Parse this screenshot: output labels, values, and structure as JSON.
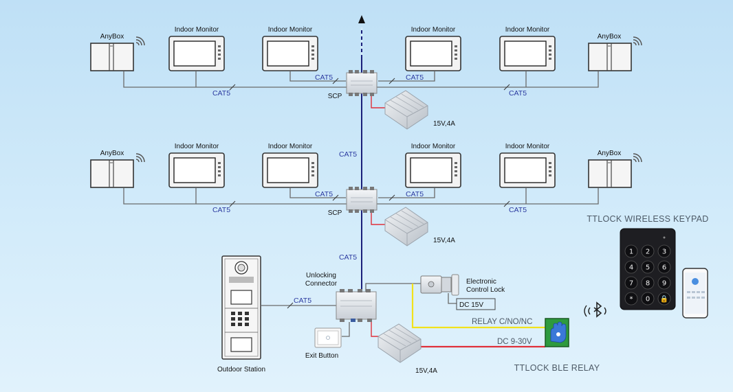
{
  "labels": {
    "anybox": "AnyBox",
    "indoor_monitor": "Indoor Monitor",
    "cat5": "CAT5",
    "scp": "SCP",
    "psu": "15V,4A",
    "unlocking_connector_1": "Unlocking",
    "unlocking_connector_2": "Connector",
    "electronic_lock_1": "Electronic",
    "electronic_lock_2": "Control Lock",
    "dc_15v": "DC 15V",
    "exit_button": "Exit Button",
    "outdoor_station": "Outdoor Station",
    "relay_cno": "RELAY C/NO/NC",
    "dc_9_30v": "DC 9-30V",
    "ble_relay": "TTLOCK BLE RELAY",
    "wireless_keypad": "TTLOCK WIRELESS KEYPAD"
  },
  "keypad_keys": [
    "1",
    "2",
    "3",
    "4",
    "5",
    "6",
    "7",
    "8",
    "9",
    "*",
    "0",
    "🔒"
  ],
  "colors": {
    "bus": "#1a1f7a",
    "device_line": "#6a6a6a",
    "power_line": "#e0303a",
    "relay_line": "#f2e21b",
    "relay_box": "#2e9a3e",
    "keypad": "#1e1e22"
  }
}
